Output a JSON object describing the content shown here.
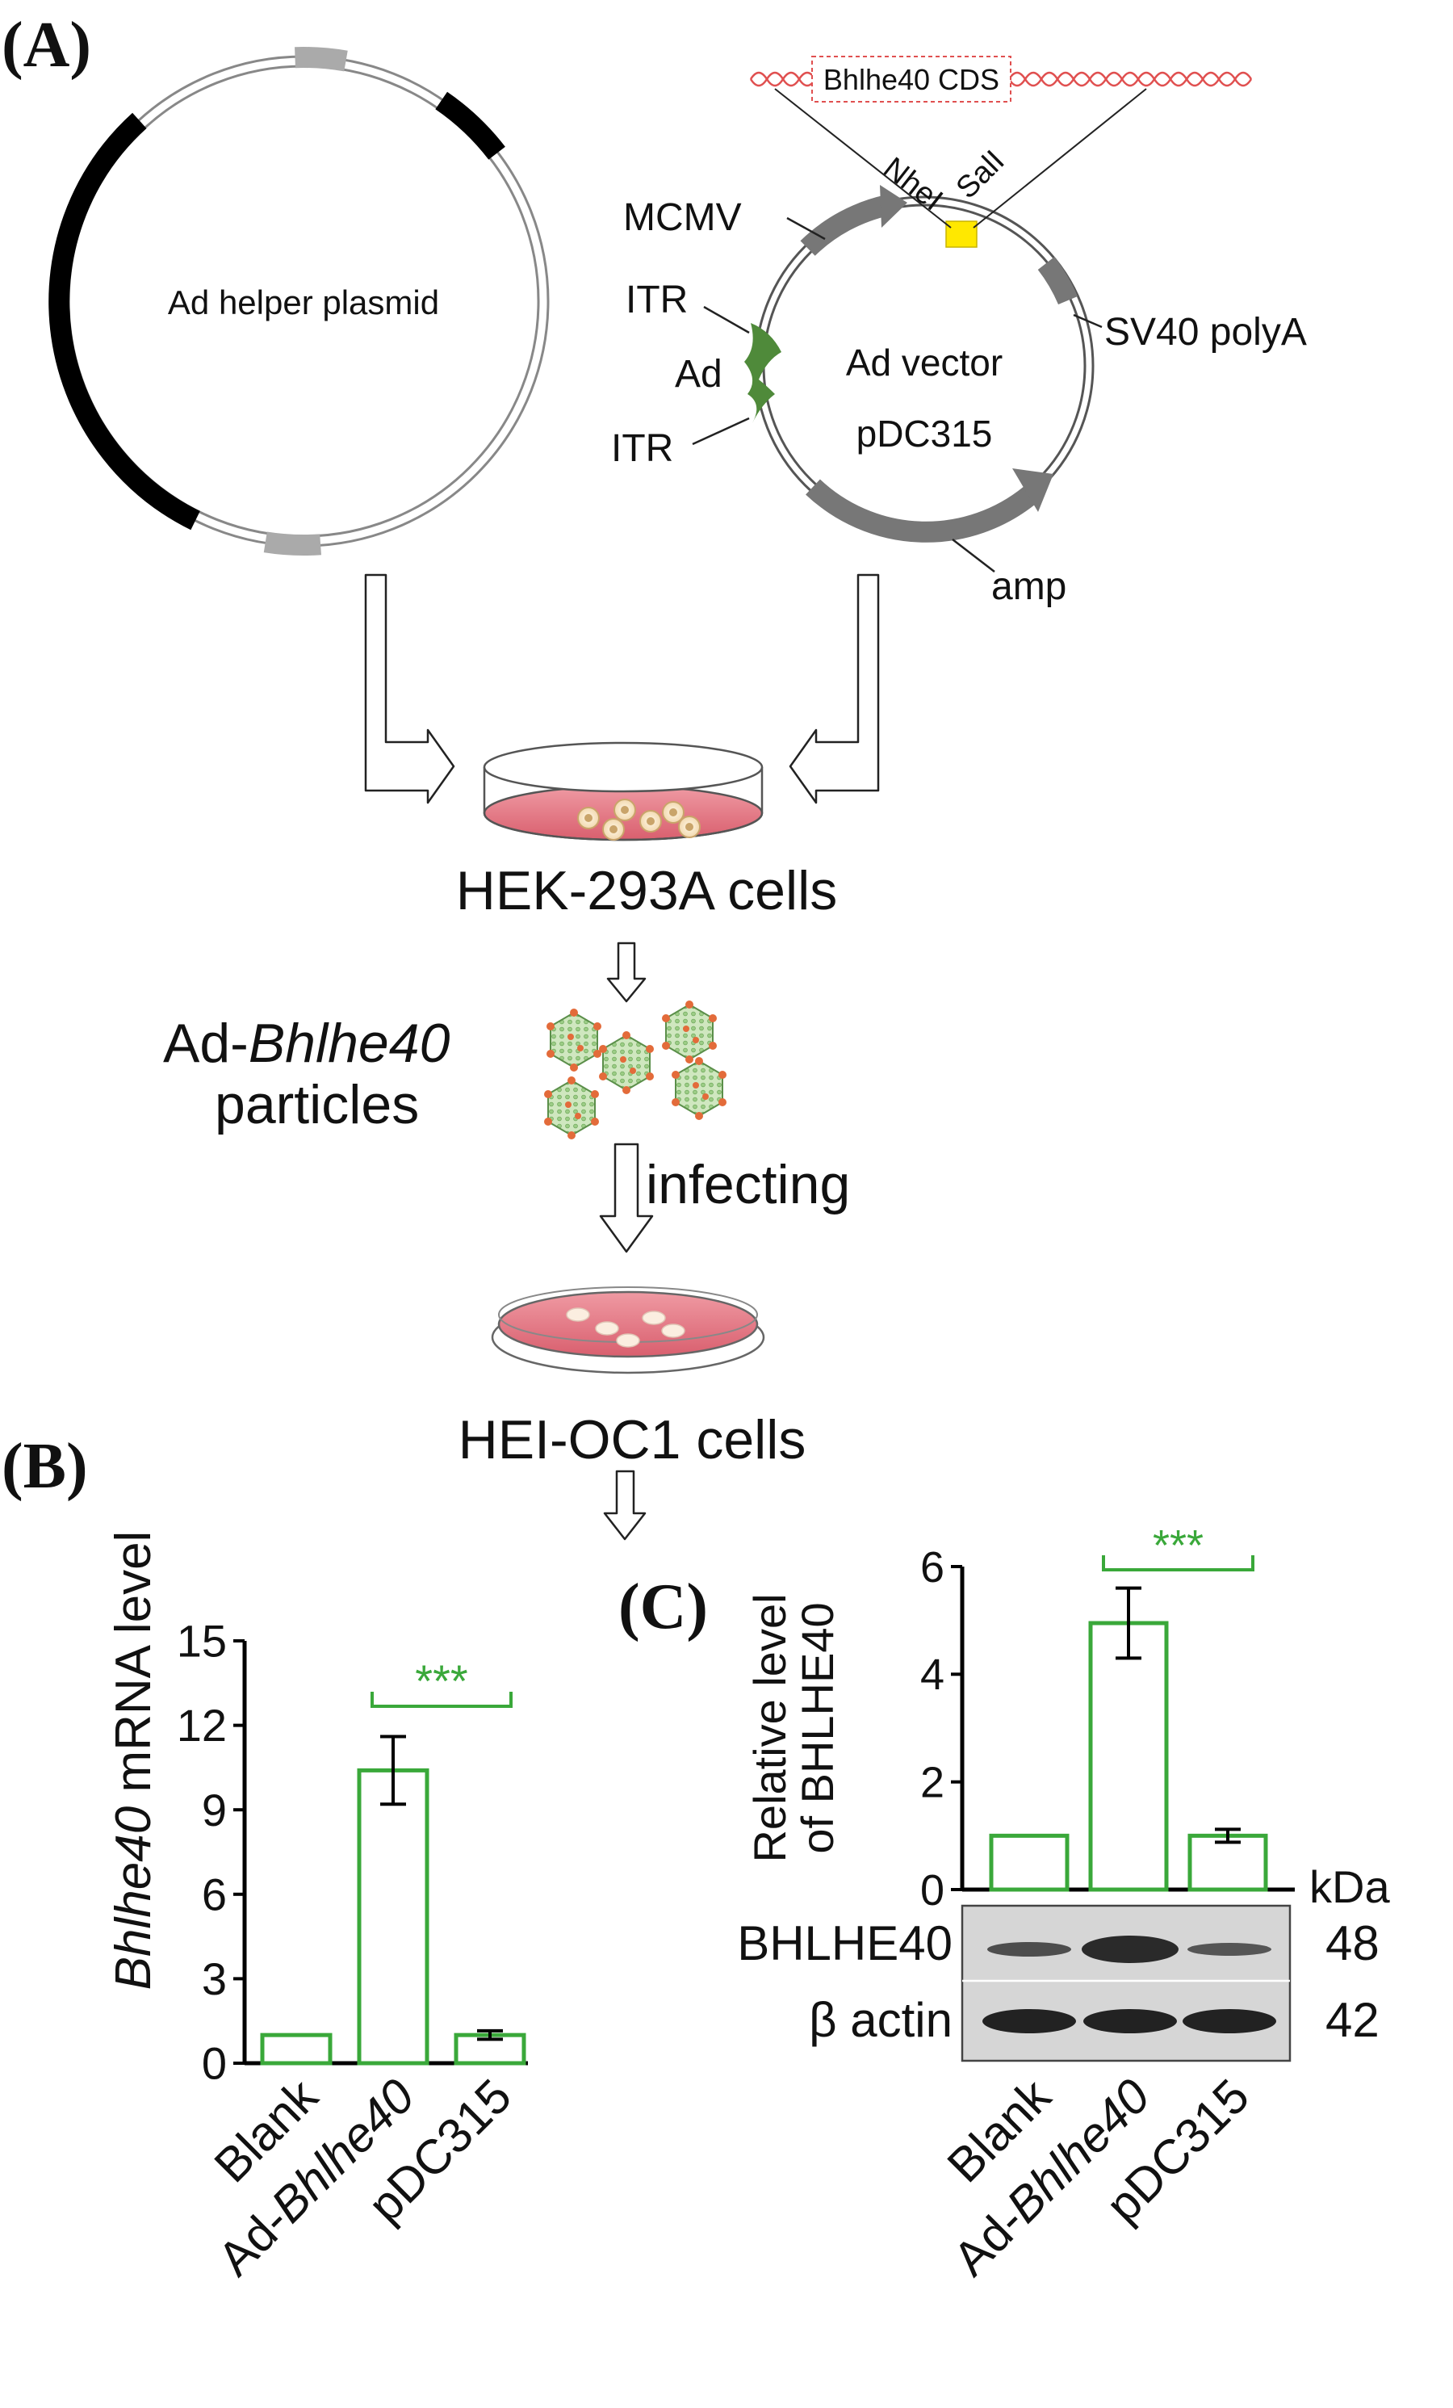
{
  "panel_a": {
    "label": "(A)",
    "helper_plasmid": "Ad helper plasmid",
    "vector_line1": "Ad vector",
    "vector_line2": "pDC315",
    "cds": "Bhlhe40 CDS",
    "site_nhei": "NheI",
    "site_sali": "SalI",
    "mcmv": "MCMV",
    "itr_top": "ITR",
    "ad": "Ad",
    "itr_bottom": "ITR",
    "sv40": "SV40 polyA",
    "amp": "amp",
    "hek_cells": "HEK-293A cells",
    "particles_prefix": "Ad-",
    "particles_gene": "Bhlhe40",
    "particles_word": "particles",
    "infecting": "infecting",
    "hei_cells": "HEI-OC1 cells"
  },
  "colors": {
    "bar_outline": "#3aa83a",
    "significance": "#3aa83a",
    "itr_green": "#4f8a3a",
    "dish_medium": "#e8838f",
    "restriction_site": "#ffe800",
    "vector_feature": "#777777",
    "cds_wave": "#e05050"
  },
  "chart_data": [
    {
      "panel": "(B)",
      "type": "bar",
      "categories": [
        "Blank",
        "Ad-Bhlhe40",
        "pDC315"
      ],
      "category_parts": [
        [
          "Blank",
          ""
        ],
        [
          "Ad-",
          "Bhlhe40"
        ],
        [
          "pDC315",
          ""
        ]
      ],
      "values": [
        1.0,
        10.4,
        1.0
      ],
      "errors": [
        0,
        1.2,
        0.15
      ],
      "ylabel_italic": "Bhlhe40",
      "ylabel_rest": " mRNA level",
      "yticks": [
        "0",
        "3",
        "6",
        "9",
        "12",
        "15"
      ],
      "ylim": [
        0,
        15
      ],
      "significance": "***"
    },
    {
      "panel": "(C)",
      "type": "bar",
      "categories": [
        "Blank",
        "Ad-Bhlhe40",
        "pDC315"
      ],
      "category_parts": [
        [
          "Blank",
          ""
        ],
        [
          "Ad-",
          "Bhlhe40"
        ],
        [
          "pDC315",
          ""
        ]
      ],
      "values": [
        1.0,
        4.95,
        1.0
      ],
      "errors": [
        0,
        0.65,
        0.12
      ],
      "ylabel_line1": "Relative level",
      "ylabel_line2": "of BHLHE40",
      "yticks": [
        "0",
        "2",
        "4",
        "6"
      ],
      "ylim": [
        0,
        6
      ],
      "significance": "***",
      "blot": {
        "unit": "kDa",
        "rows": [
          {
            "label": "BHLHE40",
            "kda": "48"
          },
          {
            "label": "β actin",
            "kda": "42"
          }
        ]
      }
    }
  ]
}
